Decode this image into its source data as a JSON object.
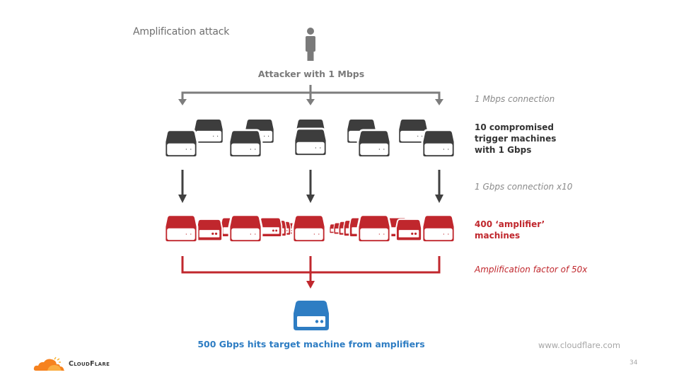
{
  "slide": {
    "title": "Amplification attack",
    "page_number": "34",
    "url": "www.cloudflare.com",
    "logo_text": "CloudFlare"
  },
  "attacker": {
    "icon": "person-icon",
    "label": "Attacker with 1 Mbps"
  },
  "stages": [
    {
      "id": "link-1",
      "label": "1 Mbps connection",
      "style": "italic-gray"
    },
    {
      "id": "triggers",
      "label_lines": [
        "10 compromised",
        "trigger machines",
        "with 1 Gbps"
      ],
      "style": "bold-dark",
      "count": 10
    },
    {
      "id": "link-2",
      "label": "1 Gbps connection x10",
      "style": "italic-gray"
    },
    {
      "id": "amplifiers",
      "label_lines": [
        "400 ‘amplifier’",
        "machines"
      ],
      "style": "bold-red",
      "count": 400
    },
    {
      "id": "link-3",
      "label": "Amplification factor of 50x",
      "style": "italic-red"
    }
  ],
  "target": {
    "icon": "server-icon",
    "label": "500 Gbps hits target machine from amplifiers"
  },
  "colors": {
    "attacker_gray": "#7a7a7a",
    "trigger_dark": "#3d3d3d",
    "amplifier_red": "#c0272d",
    "target_blue": "#2e7dc3",
    "connector_gray": "#7d7d7d",
    "connector_dark": "#404040"
  }
}
